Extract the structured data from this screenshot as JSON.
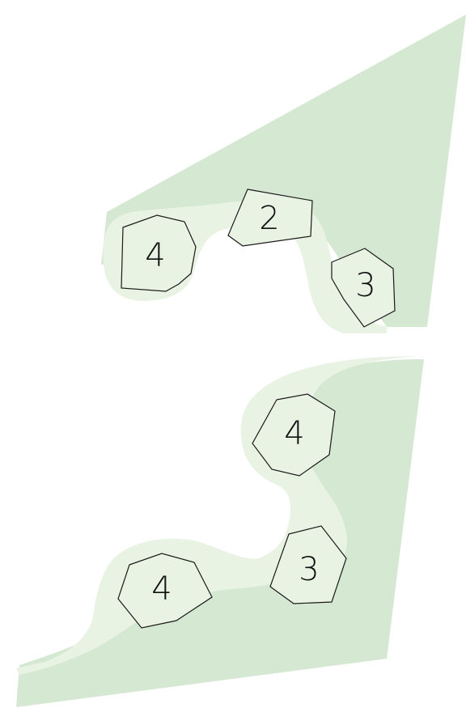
{
  "colors": {
    "region_dark": "#d5e8d2",
    "region_light": "#e9f3e4",
    "outline": "#1a1a1a",
    "background": "#ffffff"
  },
  "top_panel": {
    "pieces": [
      {
        "label": "4"
      },
      {
        "label": "2"
      },
      {
        "label": "3"
      }
    ]
  },
  "bottom_panel": {
    "pieces": [
      {
        "label": "4"
      },
      {
        "label": "3"
      },
      {
        "label": "4"
      }
    ]
  }
}
